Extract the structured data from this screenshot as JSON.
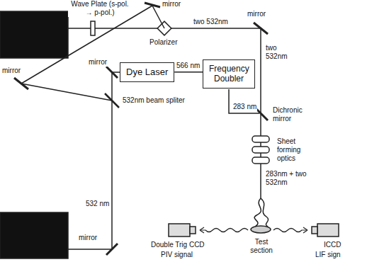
{
  "diagram": {
    "nodes": [
      {
        "text": [
          "Dye Laser"
        ]
      },
      {
        "text": [
          "Frequency Doubler"
        ]
      }
    ],
    "edges": [
      {
        "from": 0,
        "to": 1,
        "arrow": "none",
        "label": "566 nm"
      }
    ],
    "labels": [
      "Wave Plate (s-pol. → p-pol.)",
      "mirror",
      "Polarizer",
      "two 532nm",
      "mirror",
      "two 532nm",
      "mirror",
      "mirror",
      "532nm beam spliter",
      "532 nm",
      "mirror",
      "283 nm",
      "Dichronic mirror",
      "Sheet forming optics",
      "283nm + two 532nm",
      "Double Trig CCD",
      "PIV signal",
      "Test section",
      "ICCD",
      "LIF sign"
    ]
  }
}
